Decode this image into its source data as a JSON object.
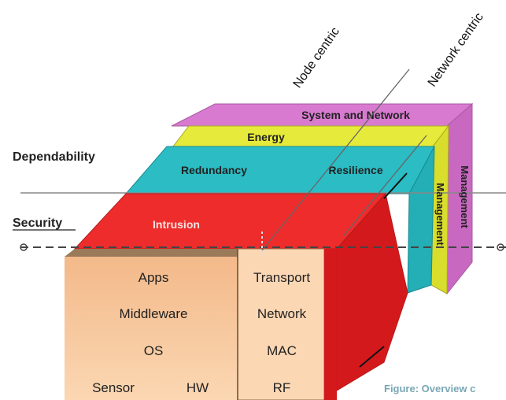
{
  "axes": {
    "node_centric": "Node centric",
    "network_centric": "Network centric"
  },
  "side_labels": {
    "dependability": "Dependability",
    "security": "Security"
  },
  "layers": {
    "system_network": "System and  Network",
    "energy": "Energy",
    "redundancy": "Redundancy",
    "resilience": "Resilience",
    "intrusion": "Intrusion",
    "management_yellow": "Management",
    "management_pink": "Management"
  },
  "node_stack": {
    "apps": "Apps",
    "middleware": "Middleware",
    "os": "OS",
    "sensor": "Sensor",
    "hw": "HW"
  },
  "network_stack": {
    "transport": "Transport",
    "network": "Network",
    "mac": "MAC",
    "rf": "RF"
  },
  "caption": "Figure: Overview c",
  "colors": {
    "pink": "#d87bd0",
    "yellow": "#e6ea3a",
    "teal": "#2bbcc4",
    "red": "#ee2c2c",
    "dark_red": "#c8161a",
    "peach": "#f8c89a",
    "caption": "#7aa7b5"
  }
}
